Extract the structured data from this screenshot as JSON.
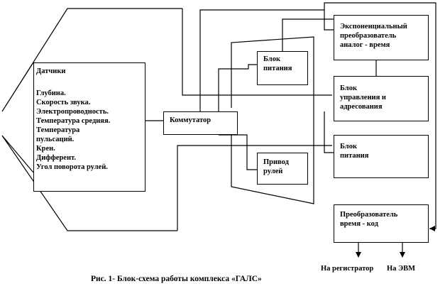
{
  "sensors": {
    "title": "Датчики",
    "items": [
      "Глубина.",
      "Скорость звука.",
      "Электропроводность.",
      "Температура средняя.",
      "Температура\nпульсаций.",
      "Крен.",
      "Дифферент.",
      "Угол поворота рулей."
    ]
  },
  "blocks": {
    "commutator": "Коммутатор",
    "power_left": "Блок\nпитания",
    "drive": "Привод\nрулей",
    "exp_converter": "Экспоненциальный\nпреобразователь\nаналог - время",
    "control": "Блок\nуправления и\nадресования",
    "power_right": "Блок\nпитания",
    "time_code": "Преобразователь\nвремя - код"
  },
  "outputs": {
    "recorder": "На регистратор",
    "computer": "На ЭВМ"
  },
  "caption": "Рис. 1- Блок-схема работы комплекса «ГАЛС»"
}
